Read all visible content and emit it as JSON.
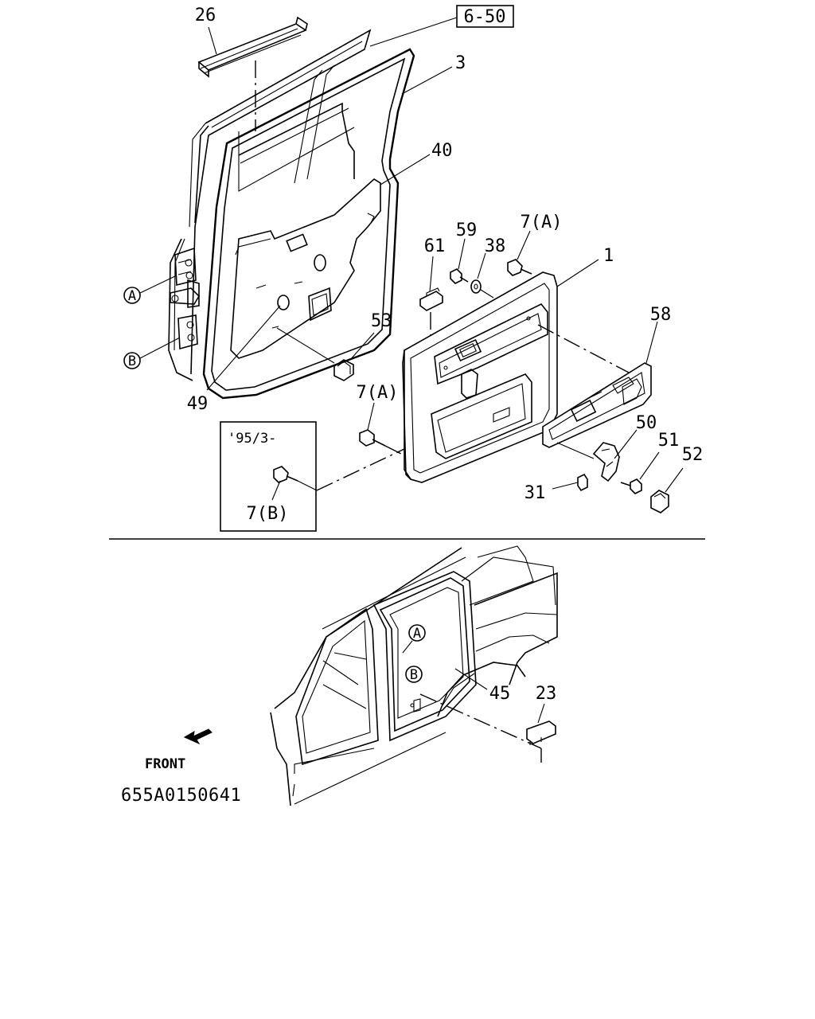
{
  "ref_box": "6-50",
  "callouts": {
    "c26": "26",
    "c3": "3",
    "c40": "40",
    "c59": "59",
    "c7a_top": "7(A)",
    "c61": "61",
    "c38": "38",
    "c1": "1",
    "c53": "53",
    "c58": "58",
    "c49": "49",
    "c7a_mid": "7(A)",
    "c50": "50",
    "c51": "51",
    "c52": "52",
    "c31": "31",
    "c7b": "7(B)",
    "c45": "45",
    "c23": "23"
  },
  "markers": {
    "a_left": "A",
    "b_left": "B",
    "a_body": "A",
    "b_body": "B"
  },
  "inset_label": "'95/3-",
  "front_label": "FRONT",
  "diagram_code": "655A0150641",
  "icons": [
    "front-arrow-icon",
    "circled-a-marker",
    "circled-b-marker"
  ]
}
